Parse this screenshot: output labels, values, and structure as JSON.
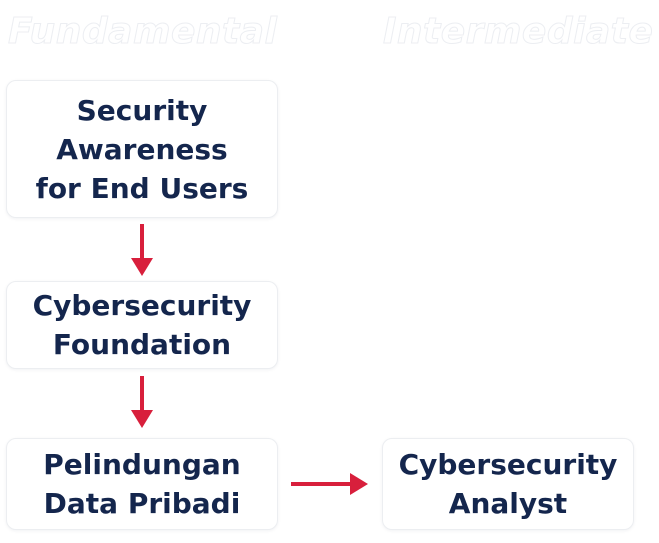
{
  "headers": {
    "fundamental": "Fundamental",
    "intermediate": "Intermediate"
  },
  "nodes": {
    "security_awareness": "Security\nAwareness\nfor End Users",
    "cybersecurity_foundation": "Cybersecurity\nFoundation",
    "pelindungan_data": "Pelindungan\nData Pribadi",
    "cybersecurity_analyst": "Cybersecurity\nAnalyst"
  },
  "colors": {
    "node_text": "#14264d",
    "arrow": "#d81f3c",
    "header_text": "#ffffff"
  }
}
